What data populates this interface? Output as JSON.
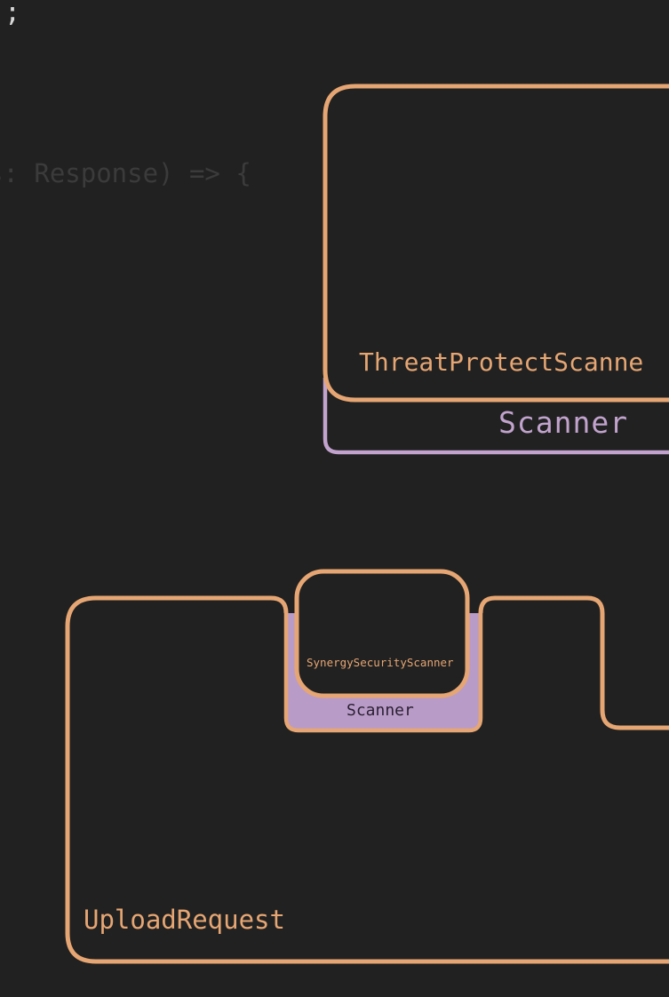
{
  "code": {
    "top_line": ");",
    "faded_line": "s: Response) => {"
  },
  "diagram": {
    "threat_box": {
      "label": "ThreatProtectScanne",
      "tag": "Scanner"
    },
    "synergy_box": {
      "label": "SynergySecurityScanner",
      "tag": "Scanner"
    },
    "upload_box": {
      "label": "UploadRequest"
    }
  },
  "colors": {
    "background": "#212121",
    "orange_outline": "#e6a673",
    "purple_outline": "#c1a3cd",
    "purple_fill": "#b99bc7",
    "faded_code": "#3b3b3b"
  }
}
